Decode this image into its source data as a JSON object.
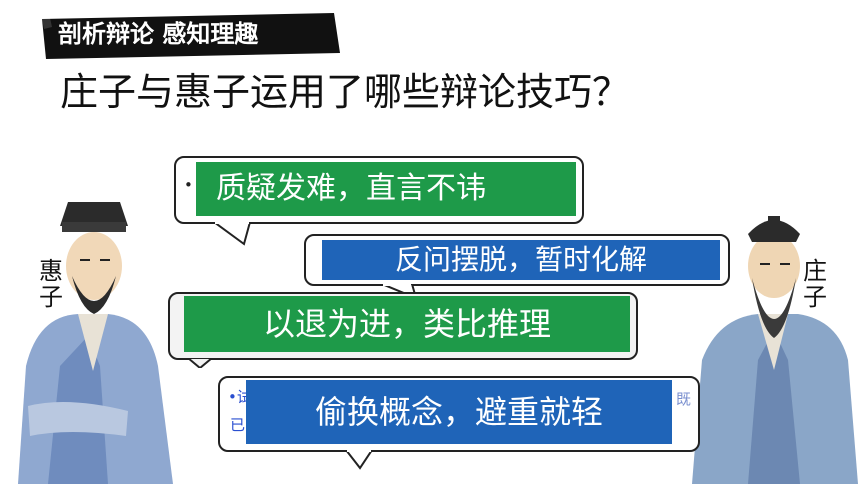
{
  "slide": {
    "section_title": "剖析辩论 感知理趣",
    "question": "庄子与惠子运用了哪些辩论技巧？",
    "left_figure_label": "惠子",
    "right_figure_label": "庄子"
  },
  "bubbles": [
    {
      "bullet": "•",
      "text": "质疑发难，直言不讳",
      "badge_color": "#1e9a49"
    },
    {
      "text": "反问摆脱，暂时化解",
      "badge_color": "#1f64b8"
    },
    {
      "text": "以退为进，类比推理",
      "badge_color": "#1e9a49"
    },
    {
      "text": "偷换概念，避重就轻",
      "badge_color": "#1f64b8",
      "hidden_prefix_1": "•试",
      "hidden_prefix_2": "已",
      "hidden_suffix": "既"
    }
  ],
  "colors": {
    "banner": "#111111",
    "green": "#1e9a49",
    "blue": "#1f64b8"
  },
  "icons": [
    "huizi-figure-illustration",
    "zhuangzi-figure-illustration"
  ]
}
